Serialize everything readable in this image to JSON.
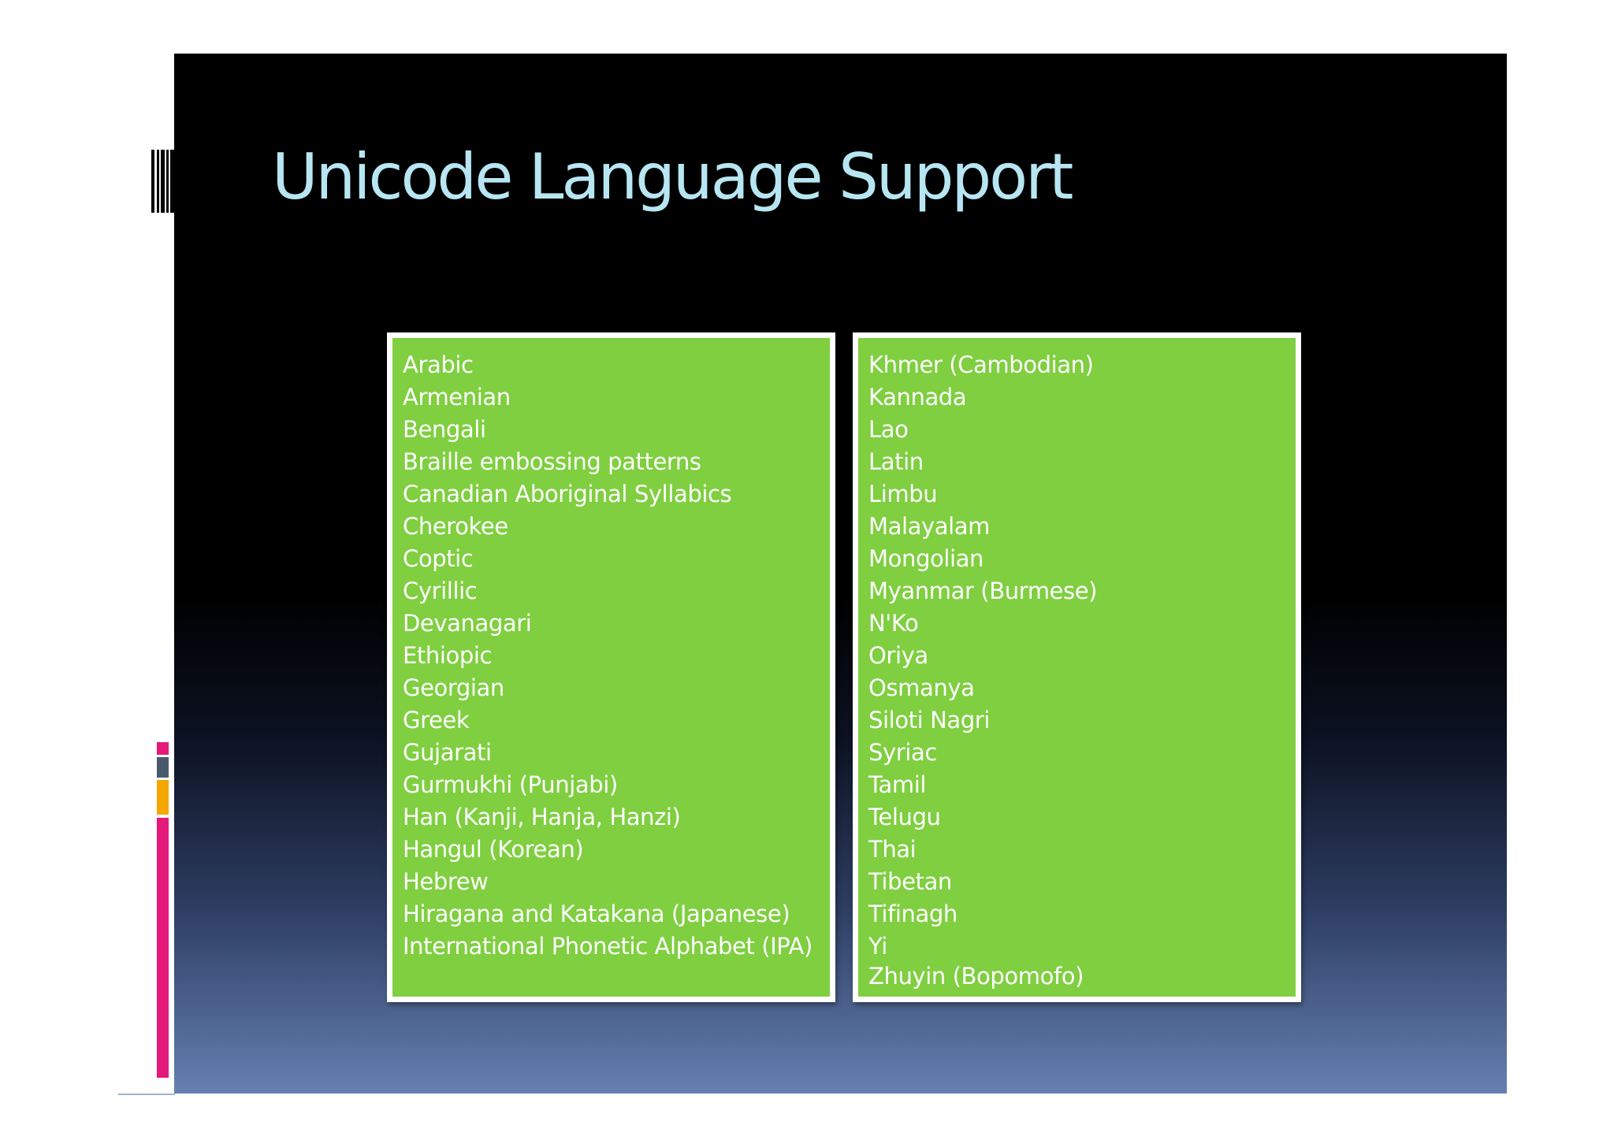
{
  "title": "Unicode Language Support",
  "left_column": [
    "Arabic",
    "Armenian",
    "Bengali",
    "Braille embossing patterns",
    "Canadian Aboriginal Syllabics",
    "Cherokee",
    "Coptic",
    "Cyrillic",
    "Devanagari",
    "Ethiopic",
    "Georgian",
    "Greek",
    "Gujarati",
    "Gurmukhi (Punjabi)",
    "Han (Kanji, Hanja, Hanzi)",
    "Hangul (Korean)",
    "Hebrew",
    "Hiragana and Katakana (Japanese)",
    "International Phonetic Alphabet (IPA)"
  ],
  "right_column": [
    "Khmer (Cambodian)",
    "Kannada",
    "Lao",
    "Latin",
    "Limbu",
    "Malayalam",
    "Mongolian",
    "Myanmar (Burmese)",
    "N'Ko",
    "Oriya",
    "Osmanya",
    "Siloti Nagri",
    "Syriac",
    "Tamil",
    "Telugu",
    "Thai",
    "Tibetan",
    "Tifinagh",
    "Yi",
    "Zhuyin (Bopomofo)"
  ],
  "colors": {
    "title": "#b7e6f2",
    "box_fill": "#7fcf40",
    "box_border": "#ffffff",
    "accent_pink": "#e5197a",
    "accent_amber": "#f5a700",
    "accent_slate": "#4a5a6e"
  }
}
